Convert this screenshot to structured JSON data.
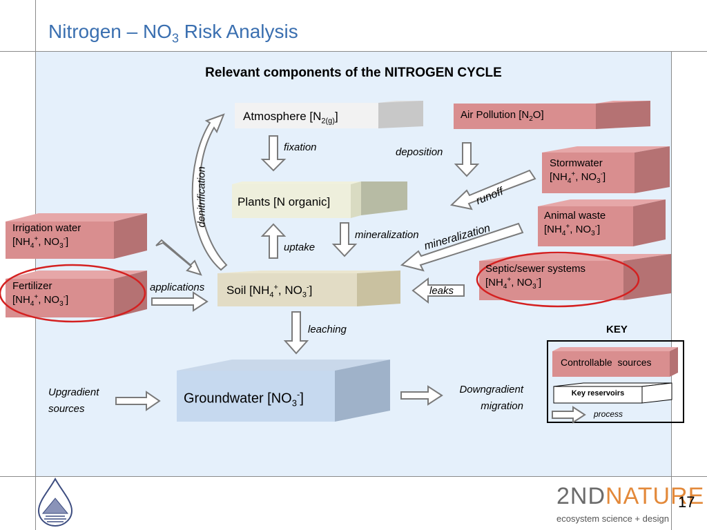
{
  "slide": {
    "title": "Nitrogen – NO",
    "title_sub": "3",
    "title_rest": " Risk Analysis",
    "page_number": "17"
  },
  "diagram": {
    "title": "Relevant components of the NITROGEN CYCLE",
    "atmosphere": {
      "text": "Atmosphere [N",
      "sub": "2(g)",
      "end": "]"
    },
    "air_pollution": {
      "text": "Air Pollution [N",
      "sub": "2",
      "end": "O]"
    },
    "plants": "Plants [N organic]",
    "soil": {
      "a": "Soil [NH",
      "sub1": "4",
      "sup1": "+",
      "b": ", NO",
      "sub2": "3",
      "sup2": "-",
      "c": "]"
    },
    "groundwater": {
      "a": "Groundwater [NO",
      "sub": "3",
      "sup": "-",
      "c": "]"
    },
    "stormwater": {
      "name": "Stormwater"
    },
    "animal_waste": {
      "name": "Animal waste"
    },
    "irrigation": {
      "name": "Irrigation water"
    },
    "fertilizer": {
      "name": "Fertilizer"
    },
    "septic": {
      "name": "Septic/sewer systems"
    },
    "species": {
      "a": "[NH",
      "sub1": "4",
      "sup1": "+",
      "b": ", NO",
      "sub2": "3",
      "sup2": "-",
      "c": "]"
    },
    "processes": {
      "fixation": "fixation",
      "deposition": "deposition",
      "denitrification": "denitrification",
      "runoff": "runoff",
      "mineralization_right": "mineralization",
      "mineralization": "mineralization",
      "uptake": "uptake",
      "applications": "applications",
      "leaks": "leaks",
      "leaching": "leaching",
      "upgradient": "Upgradient sources",
      "downgradient": "Downgradient migration"
    },
    "key": {
      "title": "KEY",
      "controllable": "Controllable  sources",
      "reservoirs": "Key reservoirs",
      "process": "process"
    }
  },
  "branding": {
    "name_part1": "2ND",
    "name_part2": "NATURE",
    "tagline": "ecosystem science + design"
  },
  "colors": {
    "title_blue": "#3a6fb0",
    "panel_bg": "#e5f0fb",
    "source_red": "#d98e8f",
    "highlight_ring": "#d42020"
  }
}
